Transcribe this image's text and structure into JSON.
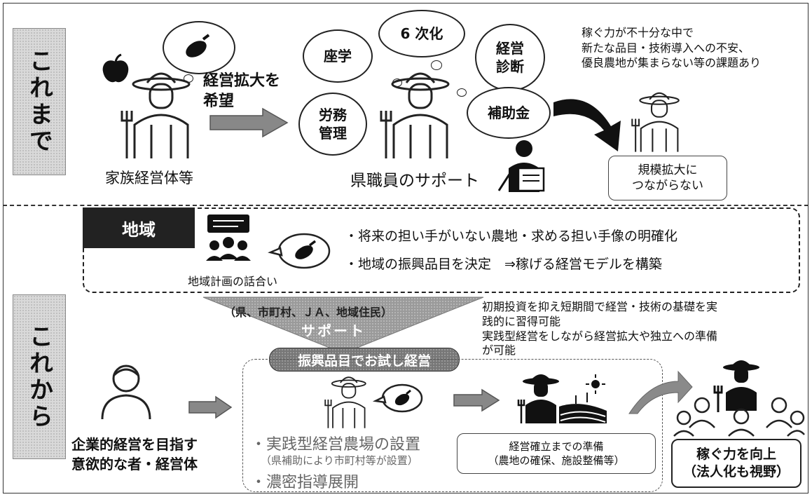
{
  "sections": {
    "before": "これまで",
    "after": "これから"
  },
  "before": {
    "family_label": "家族経営体等",
    "arrow_label": "経営拡大を\n希望",
    "support_clouds": {
      "zagaku": "座学",
      "rokuji": "6 次化",
      "keiei": "経営\n診断",
      "romu": "労務\n管理",
      "hojo": "補助金"
    },
    "staff_label": "県職員のサポート",
    "issues": "稼ぐ力が不十分な中で\n新たな品目・技術導入への不安、\n優良農地が集まらない等の課題あり",
    "result_box": "規模拡大に\nつながらない"
  },
  "region": {
    "tag": "地域",
    "meeting_label": "地域計画の話合い",
    "bullet1": "・将来の担い手がいない農地・求める担い手像の明確化",
    "bullet2": "・地域の振興品目を決定　⇒稼げる経営モデルを構築"
  },
  "after": {
    "support_parties": "（県、市町村、ＪＡ、地域住民）",
    "support_word": "サポート",
    "benefits": "初期投資を抑え短期間で経営・技術の基礎を実\n践的に習得可能\n実践型経営をしながら経営拡大や独立への準備\nが可能",
    "trial_pill": "振興品目でお試し経営",
    "enterprise_label": "企業的経営を目指す\n意欲的な者・経営体",
    "farm_setup": "・実践型経営農場の設置",
    "farm_setup_note": "（県補助により市町村等が設置）",
    "guidance": "・濃密指導展開",
    "prep_box": "経営確立までの準備\n（農地の確保、施設整備等）",
    "goal_box": "稼ぐ力を向上\n（法人化も視野）"
  }
}
